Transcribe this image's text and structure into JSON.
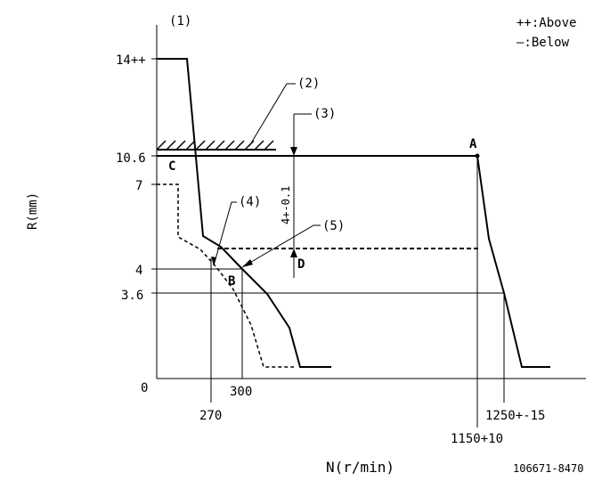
{
  "figure_ref": "(1)",
  "legend": {
    "above": "++:Above",
    "below": "—:Below"
  },
  "axes": {
    "y_label": "R(mm)",
    "x_label": "N(r/min)"
  },
  "y_ticks": {
    "t14": "14++",
    "t106": "10.6",
    "t7": "7",
    "t4": "4",
    "t36": "3.6",
    "t0": "0"
  },
  "x_ticks": {
    "t270": "270",
    "t300": "300",
    "t1150": "1150+10",
    "t1250": "1250+-15"
  },
  "callouts": {
    "c2": "(2)",
    "c3": "(3)",
    "c4": "(4)",
    "c5": "(5)"
  },
  "points": {
    "A": "A",
    "B": "B",
    "C": "C",
    "D": "D"
  },
  "dimension": "4+-0.1",
  "drawing_number": "106671-8470"
}
